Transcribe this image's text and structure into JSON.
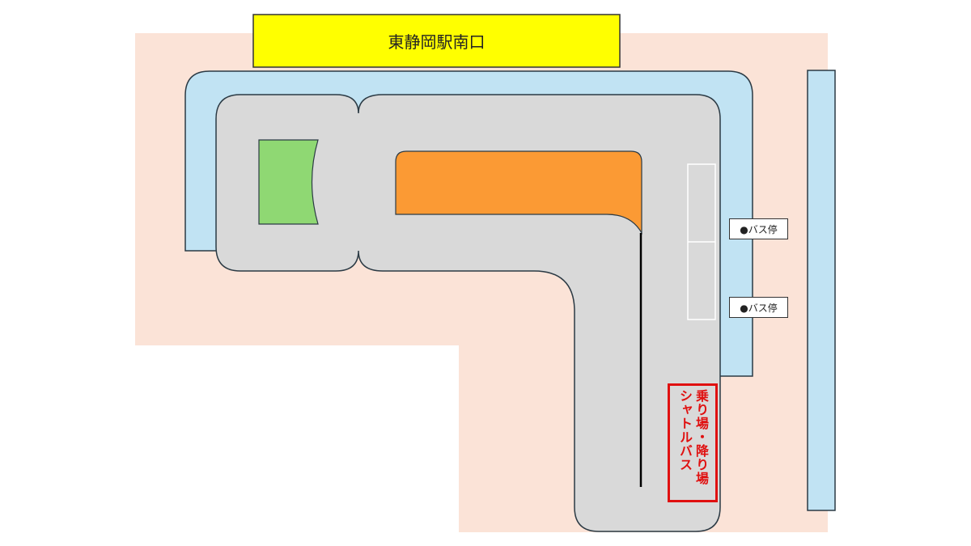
{
  "station": {
    "label": "東静岡駅南口",
    "color": "#ffff00"
  },
  "bus_stops": [
    {
      "label": "●バス停"
    },
    {
      "label": "●バス停"
    }
  ],
  "shuttle": {
    "line1": "シャトルバス",
    "line2": "乗り場・降り場",
    "color": "#e01010"
  },
  "colors": {
    "ground": "#fbe3d7",
    "sidewalk": "#c1e3f3",
    "road": "#d9d9d9",
    "green_area": "#8fd873",
    "orange_area": "#fb9a34"
  }
}
